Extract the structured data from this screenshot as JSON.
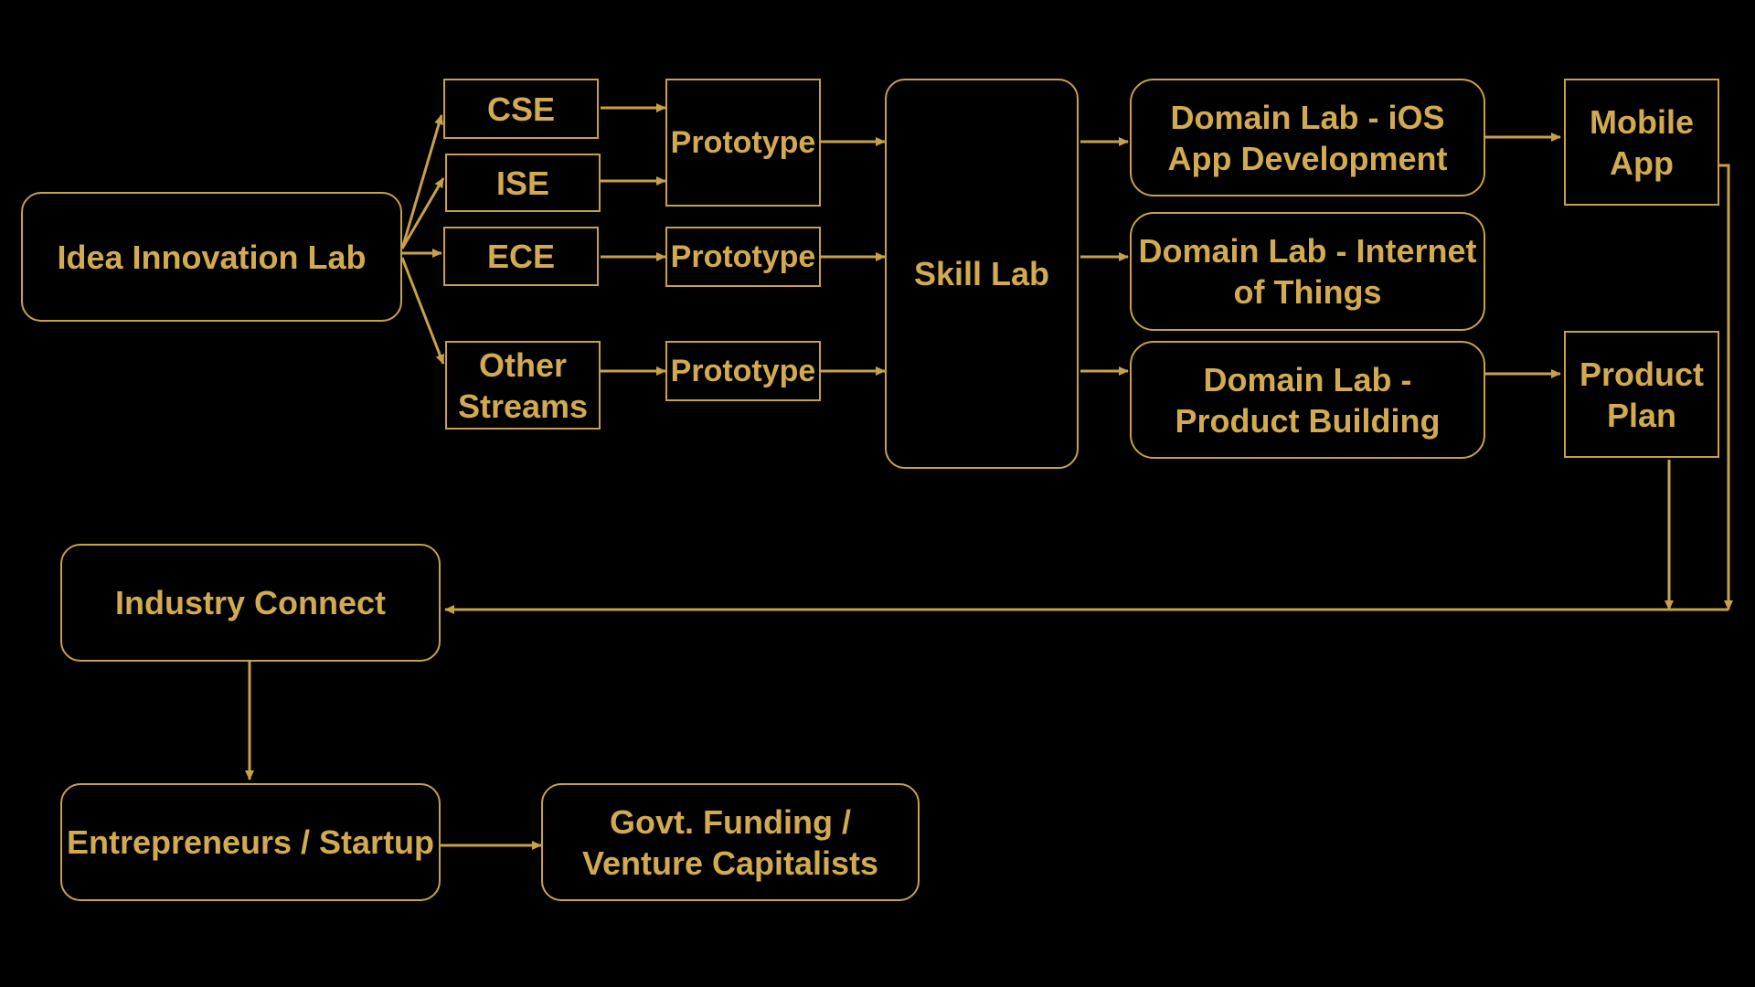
{
  "colors": {
    "background": "#000000",
    "accent": "#c7a14a",
    "text": "#d2aa4f"
  },
  "nodes": {
    "idea_lab": "Idea Innovation Lab",
    "cse": "CSE",
    "ise": "ISE",
    "ece": "ECE",
    "other": "Other\nStreams",
    "proto_1": "Prototype",
    "proto_2": "Prototype",
    "proto_3": "Prototype",
    "skill_lab": "Skill Lab",
    "domain_ios": "Domain Lab - iOS\nApp Development",
    "domain_iot": "Domain Lab - Internet\nof Things",
    "domain_product": "Domain Lab -\nProduct Building",
    "mobile_app": "Mobile\nApp",
    "product_plan": "Product\nPlan",
    "industry": "Industry Connect",
    "entrepreneurs": "Entrepreneurs / Startup",
    "funding": "Govt. Funding /\nVenture Capitalists"
  }
}
